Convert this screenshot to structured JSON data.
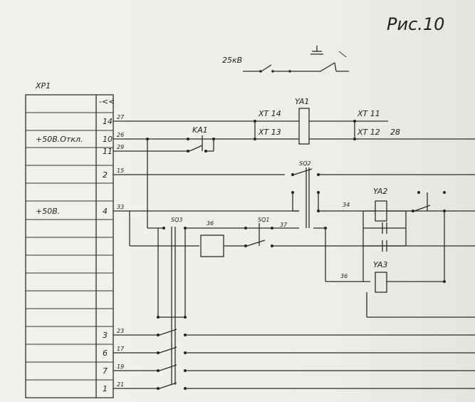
{
  "figure": {
    "title": "Рис.10"
  },
  "top_circuit": {
    "voltage": "25кВ"
  },
  "connector": {
    "name": "XP1",
    "symbol": "-<<",
    "rows": [
      {
        "label": "",
        "pin": "14",
        "wire": "27"
      },
      {
        "label": "+50В.Откл.",
        "pin": "10",
        "wire": "26"
      },
      {
        "label": "",
        "pin": "11",
        "wire": "29"
      },
      {
        "label": "",
        "pin": "2",
        "wire": "15"
      },
      {
        "label": "+50В.",
        "pin": "4",
        "wire": "33"
      },
      {
        "label": "",
        "pin": "3",
        "wire": "23"
      },
      {
        "label": "",
        "pin": "6",
        "wire": "17"
      },
      {
        "label": "",
        "pin": "7",
        "wire": "19"
      },
      {
        "label": "",
        "pin": "1",
        "wire": "21"
      }
    ]
  },
  "components": {
    "ka1": "KA1",
    "ya1": "YA1",
    "ya2": "YA2",
    "ya3": "YA3",
    "sq2": "SQ2",
    "sq3": "SQ3",
    "sq1": "SQ1"
  },
  "terminals": {
    "xt14": "XT 14",
    "xt13": "XT 13",
    "xt11": "XT 11",
    "xt12": "XT 12"
  },
  "wire_numbers": {
    "w28": "28",
    "w34": "34",
    "w36a": "36",
    "w36b": "36",
    "w37": "37"
  }
}
